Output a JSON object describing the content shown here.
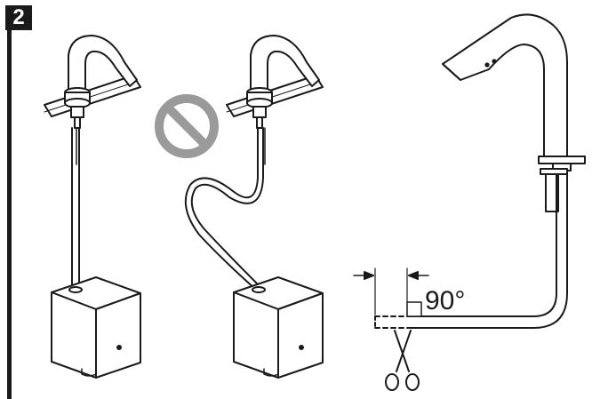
{
  "step": {
    "number": "2"
  },
  "cut_spec": {
    "angle_label": "90°"
  },
  "panels": {
    "correct": {
      "icon": "faucet-with-straight-hose"
    },
    "incorrect": {
      "icon": "faucet-with-looped-hose",
      "prohibition_icon": "no-symbol-icon"
    },
    "cutting": {
      "icon": "faucet-hose-cut-detail",
      "tool_icon": "scissors-icon"
    }
  },
  "colors": {
    "ink": "#1a1a1a",
    "prohibition": "#9a9a9a",
    "background": "#ffffff"
  }
}
